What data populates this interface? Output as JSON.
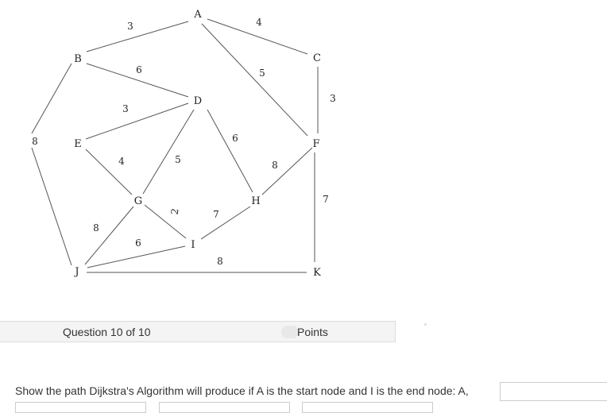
{
  "graph": {
    "nodes": [
      {
        "id": "A",
        "label": "A"
      },
      {
        "id": "B",
        "label": "B"
      },
      {
        "id": "C",
        "label": "C"
      },
      {
        "id": "D",
        "label": "D"
      },
      {
        "id": "E",
        "label": "E"
      },
      {
        "id": "F",
        "label": "F"
      },
      {
        "id": "G",
        "label": "G"
      },
      {
        "id": "H",
        "label": "H"
      },
      {
        "id": "I",
        "label": "I"
      },
      {
        "id": "J",
        "label": "J"
      },
      {
        "id": "K",
        "label": "K"
      }
    ],
    "edges": [
      {
        "from": "A",
        "to": "B",
        "weight": "3"
      },
      {
        "from": "A",
        "to": "C",
        "weight": "4"
      },
      {
        "from": "A",
        "to": "F",
        "weight": "5"
      },
      {
        "from": "B",
        "to": "D",
        "weight": "6"
      },
      {
        "from": "B",
        "to": "J",
        "weight": "8"
      },
      {
        "from": "C",
        "to": "F",
        "weight": "3"
      },
      {
        "from": "D",
        "to": "E",
        "weight": "3"
      },
      {
        "from": "D",
        "to": "G",
        "weight": "5"
      },
      {
        "from": "D",
        "to": "H",
        "weight": "6"
      },
      {
        "from": "E",
        "to": "G",
        "weight": "4"
      },
      {
        "from": "F",
        "to": "H",
        "weight": "8"
      },
      {
        "from": "F",
        "to": "K",
        "weight": "7"
      },
      {
        "from": "G",
        "to": "I",
        "weight": "2"
      },
      {
        "from": "G",
        "to": "J",
        "weight": "8"
      },
      {
        "from": "H",
        "to": "I",
        "weight": "7"
      },
      {
        "from": "I",
        "to": "J",
        "weight": "6"
      },
      {
        "from": "J",
        "to": "K",
        "weight": "8"
      }
    ]
  },
  "question": {
    "number_label": "Question 10 of 10",
    "points_label": "Points",
    "prompt": "Show the path Dijkstra's Algorithm will produce if A is the start node and I is the end node: A,",
    "answers": [
      "",
      "",
      "",
      ""
    ]
  }
}
